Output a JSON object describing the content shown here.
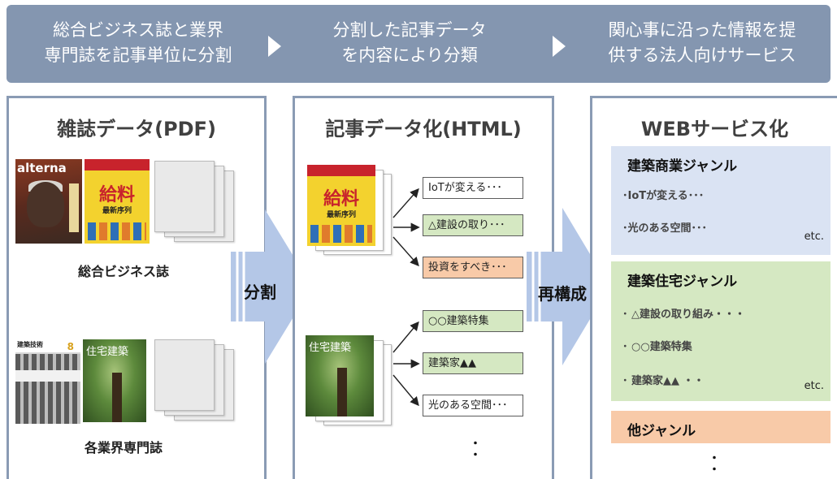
{
  "banner": {
    "steps": [
      {
        "line1": "総合ビジネス誌と業界",
        "line2": "専門誌を記事単位に分割"
      },
      {
        "line1": "分割した記事データ",
        "line2": "を内容により分類"
      },
      {
        "line1": "関心事に沿った情報を提",
        "line2": "供する法人向けサービス"
      }
    ]
  },
  "panels": {
    "magazine": {
      "title": "雑誌データ(PDF)",
      "general_caption": "総合ビジネス誌",
      "trade_caption": "各業界専門誌",
      "covers": {
        "alterna": "alterna",
        "toyo_big1": "給",
        "toyo_big2": "料",
        "toyo_sub": "最新序列",
        "kenchiku_header": "建築技術",
        "kenchiku_num": "8",
        "jutaku_title": "住宅建築"
      }
    },
    "article_data": {
      "title": "記事データ化(HTML)",
      "articles": [
        {
          "label": "IoTが変える･･･"
        },
        {
          "label": "△建設の取り･･･"
        },
        {
          "label": "投資をすべき･･･"
        },
        {
          "label": "○○建築特集"
        },
        {
          "label": "建築家▲▲"
        },
        {
          "label": "光のある空間･･･"
        }
      ],
      "more": "・\n・"
    },
    "web": {
      "title": "WEBサービス化",
      "genres": [
        {
          "title": "建築商業ジャンル",
          "items": [
            "･IoTが変える･･･",
            "･光のある空間･･･"
          ],
          "etc": "etc."
        },
        {
          "title": "建築住宅ジャンル",
          "items": [
            "･ △建設の取り組み・・・",
            "･ ○○建築特集",
            "･ 建築家▲▲ ・・"
          ],
          "etc": "etc."
        },
        {
          "title": "他ジャンル",
          "items": []
        }
      ],
      "more": "・\n・"
    }
  },
  "arrows": {
    "split_label": "分割",
    "restructure_label": "再構成"
  },
  "colors": {
    "banner": "#8496b0",
    "panel_border": "#8a9bb4",
    "arrow": "#b4c7e7",
    "genre_blue": "#dae3f3",
    "genre_green": "#d5e8c2",
    "genre_orange": "#f8caa8"
  }
}
